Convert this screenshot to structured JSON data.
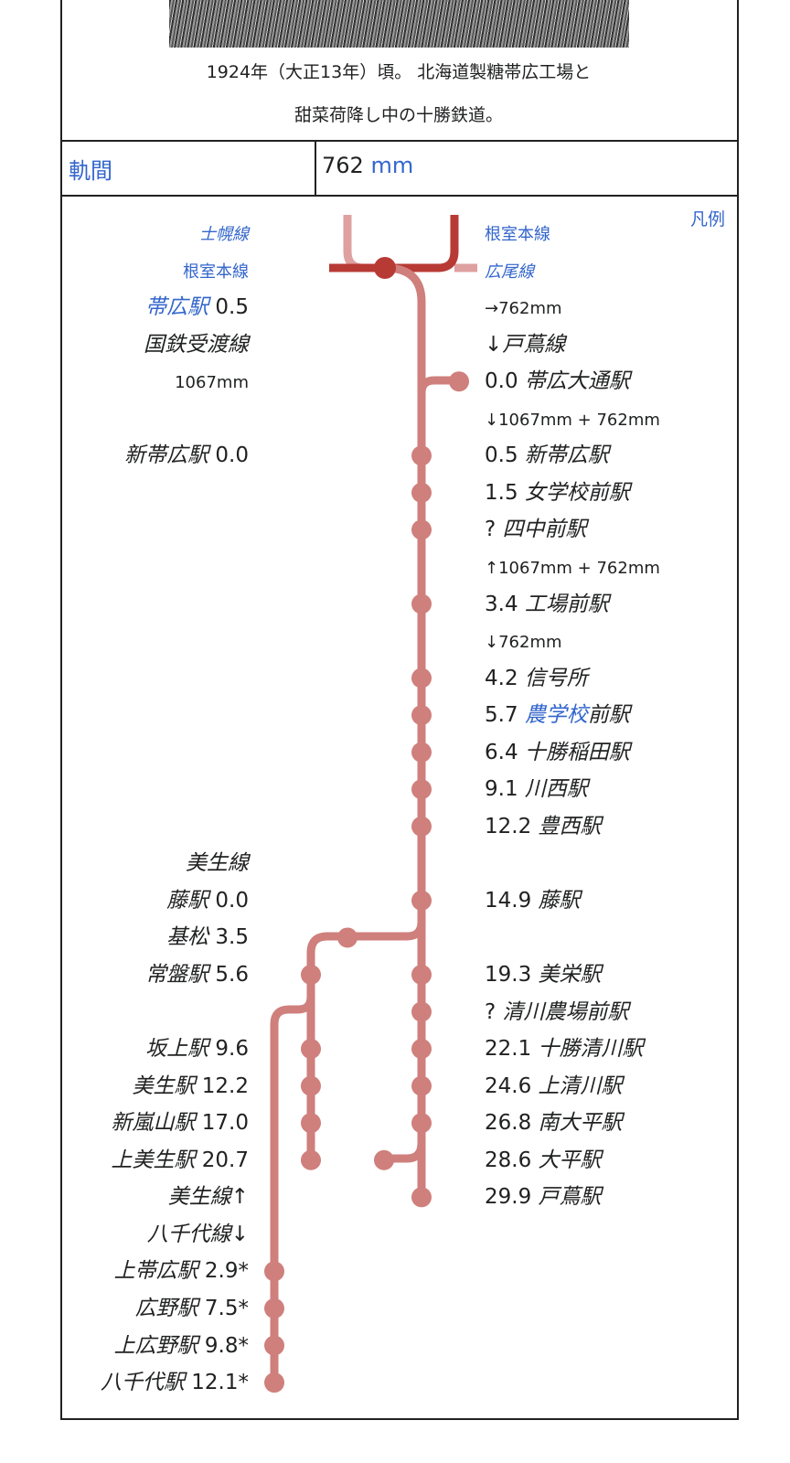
{
  "caption": {
    "line1": "1924年（大正13年）頃。 北海道製糖帯広工場と",
    "line2": "甜菜荷降し中の十勝鉄道。"
  },
  "gauge": {
    "label": "軌間",
    "value": "762",
    "unit": "mm"
  },
  "legend": "凡例",
  "colors": {
    "line": "#cf7f7c",
    "jr": "#b83a35",
    "jr_light": "#dfa0a0",
    "link": "#3366cc"
  },
  "rows": [
    {
      "L": [
        [
          "士幌線",
          "ibs"
        ]
      ],
      "R": [
        [
          "根室本線",
          "bs"
        ]
      ]
    },
    {
      "L": [
        [
          "根室本線",
          "bs"
        ]
      ],
      "R": [
        [
          "広尾線",
          "ibs"
        ]
      ]
    },
    {
      "L": [
        [
          "帯広駅",
          "ib"
        ],
        [
          " 0.5",
          ""
        ]
      ],
      "R": [
        [
          "→762mm",
          "s"
        ]
      ]
    },
    {
      "L": [
        [
          "国鉄受渡線",
          "i"
        ]
      ],
      "R": [
        [
          "↓戸蔦線",
          "i"
        ]
      ]
    },
    {
      "L": [
        [
          "1067mm",
          "s"
        ]
      ],
      "R": [
        [
          "0.0 ",
          ""
        ],
        [
          "帯広大通駅",
          "i"
        ]
      ]
    },
    {
      "L": [],
      "R": [
        [
          "↓1067mm + 762mm",
          "s"
        ]
      ]
    },
    {
      "L": [
        [
          "新帯広駅",
          "i"
        ],
        [
          " 0.0",
          ""
        ]
      ],
      "R": [
        [
          "0.5 ",
          ""
        ],
        [
          "新帯広駅",
          "i"
        ]
      ]
    },
    {
      "L": [],
      "R": [
        [
          "1.5 ",
          ""
        ],
        [
          "女学校前駅",
          "i"
        ]
      ]
    },
    {
      "L": [],
      "R": [
        [
          "? ",
          ""
        ],
        [
          "四中前駅",
          "i"
        ]
      ]
    },
    {
      "L": [],
      "R": [
        [
          "↑1067mm + 762mm",
          "s"
        ]
      ]
    },
    {
      "L": [],
      "R": [
        [
          "3.4 ",
          ""
        ],
        [
          "工場前駅",
          "i"
        ]
      ]
    },
    {
      "L": [],
      "R": [
        [
          "↓762mm",
          "s"
        ]
      ]
    },
    {
      "L": [],
      "R": [
        [
          "4.2 ",
          ""
        ],
        [
          "信号所",
          "i"
        ]
      ]
    },
    {
      "L": [],
      "R": [
        [
          "5.7 ",
          ""
        ],
        [
          "農学校",
          "ib"
        ],
        [
          "前駅",
          "i"
        ]
      ]
    },
    {
      "L": [],
      "R": [
        [
          "6.4 ",
          ""
        ],
        [
          "十勝稲田駅",
          "i"
        ]
      ]
    },
    {
      "L": [],
      "R": [
        [
          "9.1 ",
          ""
        ],
        [
          "川西駅",
          "i"
        ]
      ]
    },
    {
      "L": [],
      "R": [
        [
          "12.2 ",
          ""
        ],
        [
          "豊西駅",
          "i"
        ]
      ]
    },
    {
      "L": [
        [
          "美生線",
          "i"
        ]
      ],
      "R": []
    },
    {
      "L": [
        [
          "藤駅",
          "i"
        ],
        [
          " 0.0",
          ""
        ]
      ],
      "R": [
        [
          "14.9 ",
          ""
        ],
        [
          "藤駅",
          "i"
        ]
      ]
    },
    {
      "L": [
        [
          "基松",
          "i"
        ],
        [
          " 3.5",
          ""
        ]
      ],
      "R": []
    },
    {
      "L": [
        [
          "常盤駅",
          "i"
        ],
        [
          " 5.6",
          ""
        ]
      ],
      "R": [
        [
          "19.3 ",
          ""
        ],
        [
          "美栄駅",
          "i"
        ]
      ]
    },
    {
      "L": [],
      "R": [
        [
          "? ",
          ""
        ],
        [
          "清川農場前駅",
          "i"
        ]
      ]
    },
    {
      "L": [
        [
          "坂上駅",
          "i"
        ],
        [
          " 9.6",
          ""
        ]
      ],
      "R": [
        [
          "22.1 ",
          ""
        ],
        [
          "十勝清川駅",
          "i"
        ]
      ]
    },
    {
      "L": [
        [
          "美生駅",
          "i"
        ],
        [
          " 12.2",
          ""
        ]
      ],
      "R": [
        [
          "24.6 ",
          ""
        ],
        [
          "上清川駅",
          "i"
        ]
      ]
    },
    {
      "L": [
        [
          "新嵐山駅",
          "i"
        ],
        [
          " 17.0",
          ""
        ]
      ],
      "R": [
        [
          "26.8 ",
          ""
        ],
        [
          "南大平駅",
          "i"
        ]
      ]
    },
    {
      "L": [
        [
          "上美生駅",
          "i"
        ],
        [
          " 20.7",
          ""
        ]
      ],
      "R": [
        [
          "28.6 ",
          ""
        ],
        [
          "大平駅",
          "i"
        ]
      ]
    },
    {
      "L": [
        [
          "美生線↑",
          "i"
        ]
      ],
      "R": [
        [
          "29.9 ",
          ""
        ],
        [
          "戸蔦駅",
          "i"
        ]
      ]
    },
    {
      "L": [
        [
          "八千代線↓",
          "i"
        ]
      ],
      "R": []
    },
    {
      "L": [
        [
          "上帯広駅",
          "i"
        ],
        [
          " 2.9*",
          ""
        ]
      ],
      "R": []
    },
    {
      "L": [
        [
          "広野駅",
          "i"
        ],
        [
          " 7.5*",
          ""
        ]
      ],
      "R": []
    },
    {
      "L": [
        [
          "上広野駅",
          "i"
        ],
        [
          " 9.8*",
          ""
        ]
      ],
      "R": []
    },
    {
      "L": [
        [
          "八千代駅",
          "i"
        ],
        [
          " 12.1*",
          ""
        ]
      ],
      "R": []
    }
  ]
}
